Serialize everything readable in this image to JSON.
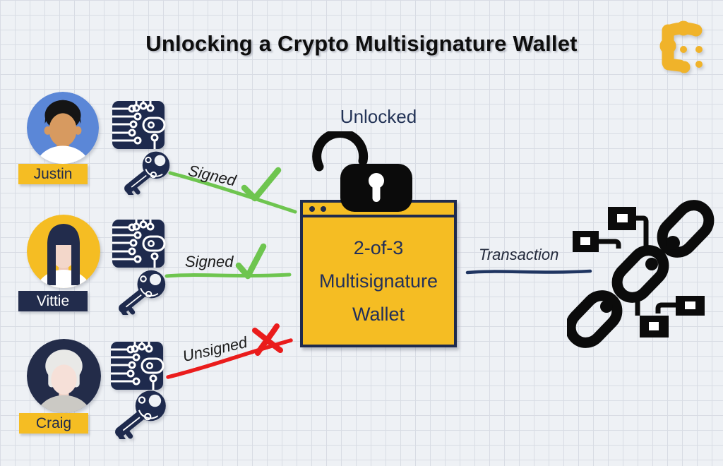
{
  "title": "Unlocking a Crypto Multisignature Wallet",
  "status": {
    "label": "Unlocked"
  },
  "wallet": {
    "line1": "2-of-3",
    "line2": "Multisignature",
    "line3": "Wallet"
  },
  "participants": [
    {
      "name": "Justin",
      "signature_status": "Signed",
      "signed": true
    },
    {
      "name": "Vittie",
      "signature_status": "Signed",
      "signed": true
    },
    {
      "name": "Craig",
      "signature_status": "Unsigned",
      "signed": false
    }
  ],
  "transaction": {
    "label": "Transaction"
  },
  "icons": {
    "logo": "brand-dots-logo",
    "wallet_chip": "circuit-wallet-icon",
    "key": "digital-key-icon",
    "lock": "open-padlock-icon",
    "check": "check-icon",
    "cross": "x-icon",
    "blockchain": "blockchain-chain-icon"
  },
  "colors": {
    "background": "#eef1f5",
    "grid_line": "#d8dce4",
    "navy": "#1e2a4d",
    "yellow": "#f5bd23",
    "green": "#6ec54f",
    "red": "#ea1c1c",
    "avatar_blue": "#5b87d7",
    "logo_gold": "#f0b32a",
    "black": "#0b0b0b"
  }
}
